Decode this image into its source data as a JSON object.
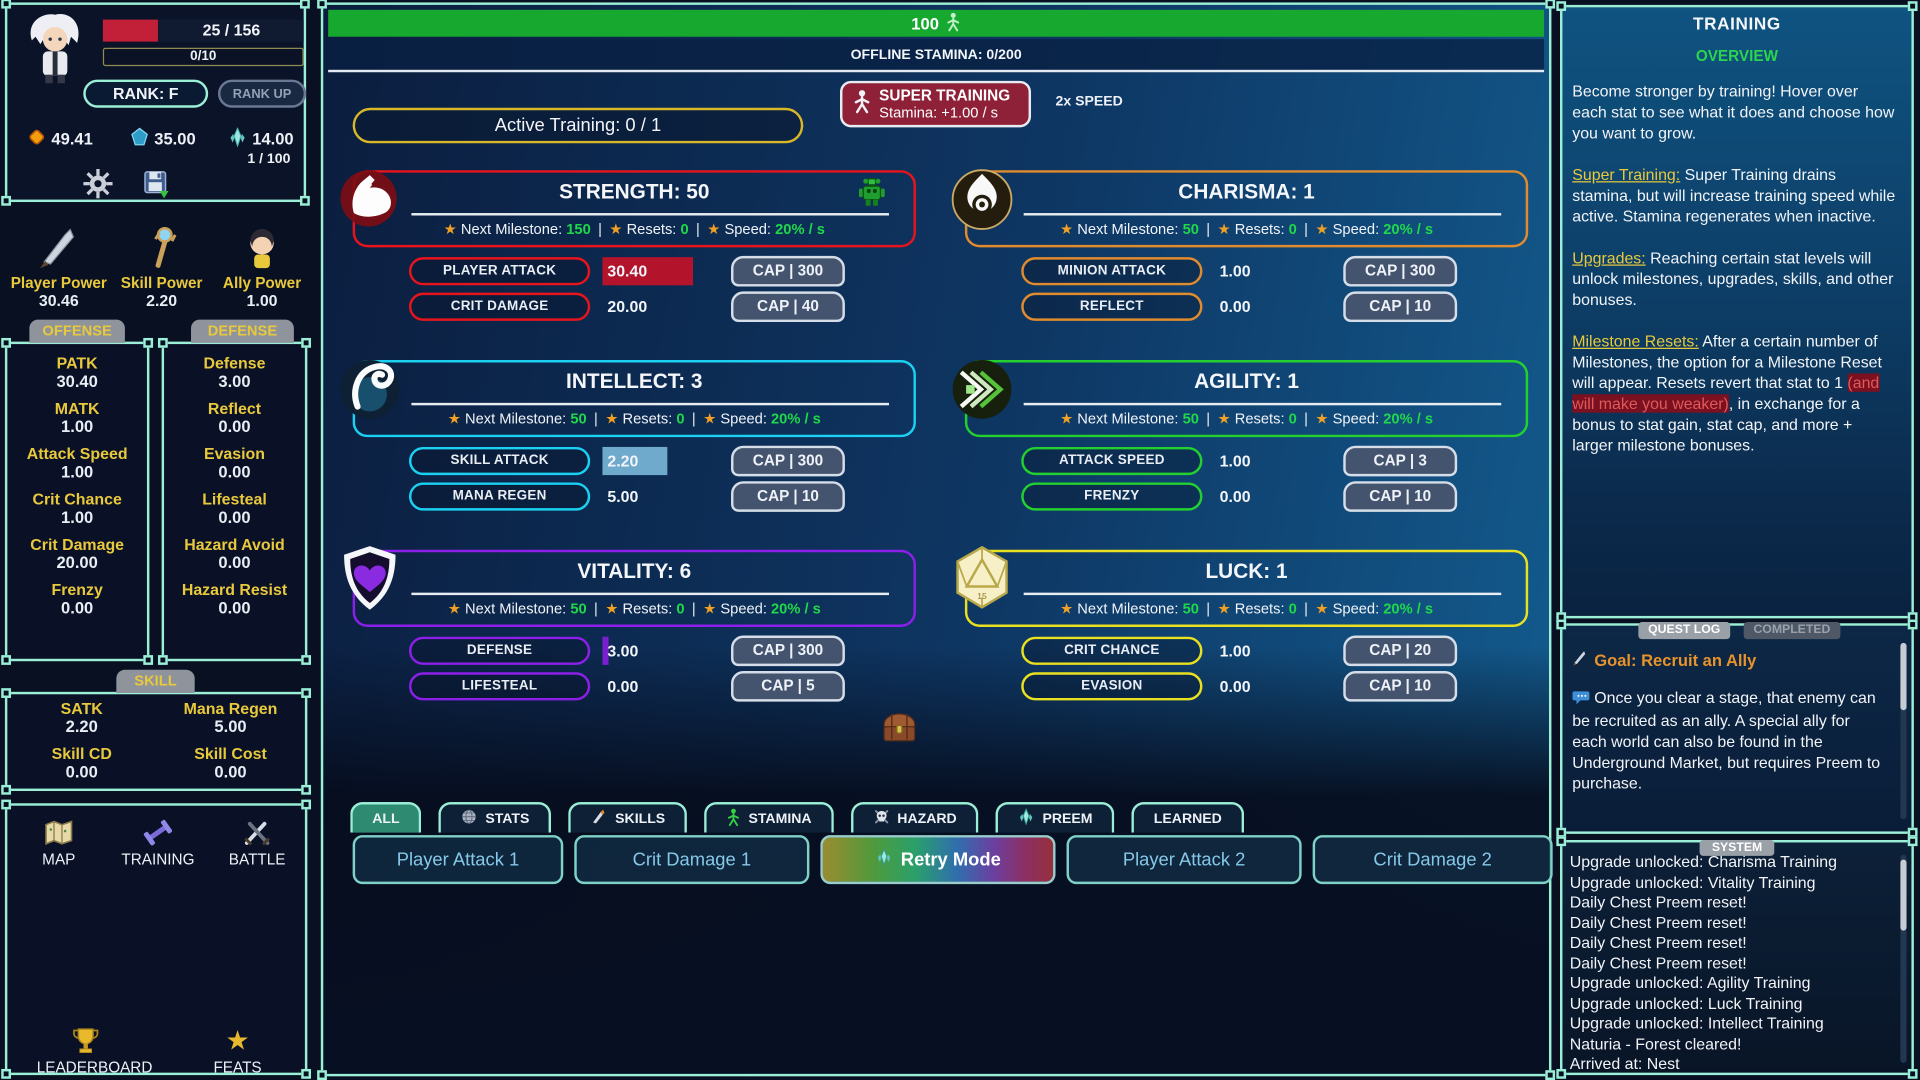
{
  "left": {
    "hp_value": "25 / 156",
    "xp_value": "0/10",
    "rank_button": "RANK: F",
    "rank_up_button": "RANK UP",
    "currencies": [
      {
        "icon": "gold-coin-icon",
        "value": "49.41"
      },
      {
        "icon": "blue-gem-icon",
        "value": "35.00"
      },
      {
        "icon": "preem-crystal-icon",
        "value": "14.00",
        "sub": "1 / 100"
      }
    ],
    "powers": [
      {
        "icon": "sword-icon",
        "label": "Player Power",
        "value": "30.46"
      },
      {
        "icon": "staff-icon",
        "label": "Skill Power",
        "value": "2.20"
      },
      {
        "icon": "ally-icon",
        "label": "Ally Power",
        "value": "1.00"
      }
    ],
    "panels": [
      {
        "title": "OFFENSE",
        "stats": [
          {
            "label": "PATK",
            "value": "30.40"
          },
          {
            "label": "MATK",
            "value": "1.00"
          },
          {
            "label": "Attack Speed",
            "value": "1.00"
          },
          {
            "label": "Crit Chance",
            "value": "1.00"
          },
          {
            "label": "Crit Damage",
            "value": "20.00"
          },
          {
            "label": "Frenzy",
            "value": "0.00"
          }
        ]
      },
      {
        "title": "DEFENSE",
        "stats": [
          {
            "label": "Defense",
            "value": "3.00"
          },
          {
            "label": "Reflect",
            "value": "0.00"
          },
          {
            "label": "Evasion",
            "value": "0.00"
          },
          {
            "label": "Lifesteal",
            "value": "0.00"
          },
          {
            "label": "Hazard Avoid",
            "value": "0.00"
          },
          {
            "label": "Hazard Resist",
            "value": "0.00"
          }
        ]
      },
      {
        "title": "SKILL",
        "stats": [
          {
            "label": "SATK",
            "value": "2.20"
          },
          {
            "label": "Mana Regen",
            "value": "5.00"
          },
          {
            "label": "Skill CD",
            "value": "0.00"
          },
          {
            "label": "Skill Cost",
            "value": "0.00"
          }
        ]
      }
    ],
    "nav": [
      {
        "icon": "map-icon",
        "label": "MAP"
      },
      {
        "icon": "dumbbell-icon",
        "label": "TRAINING"
      },
      {
        "icon": "swords-icon",
        "label": "BATTLE"
      }
    ],
    "nav_bottom": [
      {
        "icon": "trophy-icon",
        "label": "LEADERBOARD"
      },
      {
        "icon": "star-icon",
        "label": "FEATS"
      }
    ]
  },
  "main": {
    "stamina_value": "100",
    "offline_stamina": "OFFLINE STAMINA: 0/200",
    "super_training": {
      "title": "SUPER TRAINING",
      "subtitle": "Stamina: +1.00 / s"
    },
    "speed_label": "2x SPEED",
    "active_training": "Active Training: 0 / 1",
    "labels": {
      "next_milestone": "Next Milestone:",
      "resets": "Resets:",
      "speed": "Speed:"
    },
    "stats": [
      {
        "id": "strength",
        "title": "STRENGTH: 50",
        "color": "#e8141d",
        "icon": "strength-icon",
        "milestone": "150",
        "resets": "0",
        "speed": "20% / s",
        "pet": true,
        "rows": [
          {
            "label": "PLAYER ATTACK",
            "value": "30.40",
            "cap": "CAP | 300",
            "fill": "full",
            "fill_color": "#b3132b",
            "fill_pct": 100
          },
          {
            "label": "CRIT DAMAGE",
            "value": "20.00",
            "cap": "CAP | 40"
          }
        ]
      },
      {
        "id": "charisma",
        "title": "CHARISMA: 1",
        "color": "#e08b2d",
        "icon": "charisma-icon",
        "milestone": "50",
        "resets": "0",
        "speed": "20% / s",
        "rows": [
          {
            "label": "MINION ATTACK",
            "value": "1.00",
            "cap": "CAP | 300"
          },
          {
            "label": "REFLECT",
            "value": "0.00",
            "cap": "CAP | 10"
          }
        ]
      },
      {
        "id": "intellect",
        "title": "INTELLECT: 3",
        "color": "#1bd0f0",
        "icon": "intellect-icon",
        "milestone": "50",
        "resets": "0",
        "speed": "20% / s",
        "rows": [
          {
            "label": "SKILL ATTACK",
            "value": "2.20",
            "cap": "CAP | 300",
            "fill": "full",
            "fill_color": "#6fa9cc",
            "fill_pct": 72
          },
          {
            "label": "MANA REGEN",
            "value": "5.00",
            "cap": "CAP | 10"
          }
        ]
      },
      {
        "id": "agility",
        "title": "AGILITY: 1",
        "color": "#23d02f",
        "icon": "agility-icon",
        "milestone": "50",
        "resets": "0",
        "speed": "20% / s",
        "rows": [
          {
            "label": "ATTACK SPEED",
            "value": "1.00",
            "cap": "CAP | 3"
          },
          {
            "label": "FRENZY",
            "value": "0.00",
            "cap": "CAP | 10"
          }
        ]
      },
      {
        "id": "vitality",
        "title": "VITALITY: 6",
        "color": "#8c1fe8",
        "icon": "vitality-icon",
        "milestone": "50",
        "resets": "0",
        "speed": "20% / s",
        "rows": [
          {
            "label": "DEFENSE",
            "value": "3.00",
            "cap": "CAP | 300",
            "fill": "sliver",
            "fill_color": "#7a1fd0",
            "fill_pct": 7
          },
          {
            "label": "LIFESTEAL",
            "value": "0.00",
            "cap": "CAP | 5"
          }
        ]
      },
      {
        "id": "luck",
        "title": "LUCK: 1",
        "color": "#e8e020",
        "icon": "luck-icon",
        "milestone": "50",
        "resets": "0",
        "speed": "20% / s",
        "rows": [
          {
            "label": "CRIT CHANCE",
            "value": "1.00",
            "cap": "CAP | 20"
          },
          {
            "label": "EVASION",
            "value": "0.00",
            "cap": "CAP | 10"
          }
        ]
      }
    ],
    "tabs": [
      {
        "label": "ALL",
        "active": true
      },
      {
        "label": "STATS",
        "icon": "globe-icon"
      },
      {
        "label": "SKILLS",
        "icon": "blade-icon"
      },
      {
        "label": "STAMINA",
        "icon": "stamina-icon"
      },
      {
        "label": "HAZARD",
        "icon": "hazard-icon"
      },
      {
        "label": "PREEM",
        "icon": "preem-icon"
      },
      {
        "label": "LEARNED"
      }
    ],
    "buy_buttons": [
      {
        "label": "Player Attack 1"
      },
      {
        "label": "Crit Damage 1"
      },
      {
        "label": "Retry Mode",
        "style": "rainbow",
        "icon": "preem-icon"
      },
      {
        "label": "Player Attack 2"
      },
      {
        "label": "Crit Damage 2"
      }
    ]
  },
  "right": {
    "training": {
      "title": "TRAINING",
      "subtitle": "OVERVIEW",
      "intro": "Become stronger by training! Hover over each stat to see what it does and choose how you want to grow.",
      "sections": [
        {
          "term": "Super Training:",
          "text": " Super Training drains stamina, but will increase training speed while active. Stamina regenerates when inactive."
        },
        {
          "term": "Upgrades:",
          "text": " Reaching certain stat levels will unlock milestones, upgrades, skills, and other bonuses."
        },
        {
          "term": "Milestone Resets:",
          "text_before": " After a certain number of Milestones, the option for a Milestone Reset will appear. Resets revert that stat to 1 ",
          "highlight": "(and will make you weaker)",
          "text_after": ", in exchange for a bonus to stat gain, stat cap, and more + larger milestone bonuses."
        }
      ]
    },
    "quest": {
      "tabs": [
        {
          "label": "QUEST LOG",
          "active": true
        },
        {
          "label": "COMPLETED",
          "active": false
        }
      ],
      "goal": "Goal: Recruit an Ally",
      "body": "Once you clear a stage, that enemy can be recruited as an ally. A special ally for each world can also be found in the Underground Market, but requires Preem to purchase."
    },
    "system": {
      "title": "SYSTEM",
      "log": [
        "Upgrade unlocked: Charisma Training",
        "Upgrade unlocked: Vitality Training",
        "Daily Chest Preem reset!",
        "Daily Chest Preem reset!",
        "Daily Chest Preem reset!",
        "Daily Chest Preem reset!",
        "Upgrade unlocked: Agility Training",
        "Upgrade unlocked: Luck Training",
        "Upgrade unlocked: Intellect Training",
        "Naturia - Forest cleared!",
        "Arrived at: Nest"
      ]
    }
  }
}
